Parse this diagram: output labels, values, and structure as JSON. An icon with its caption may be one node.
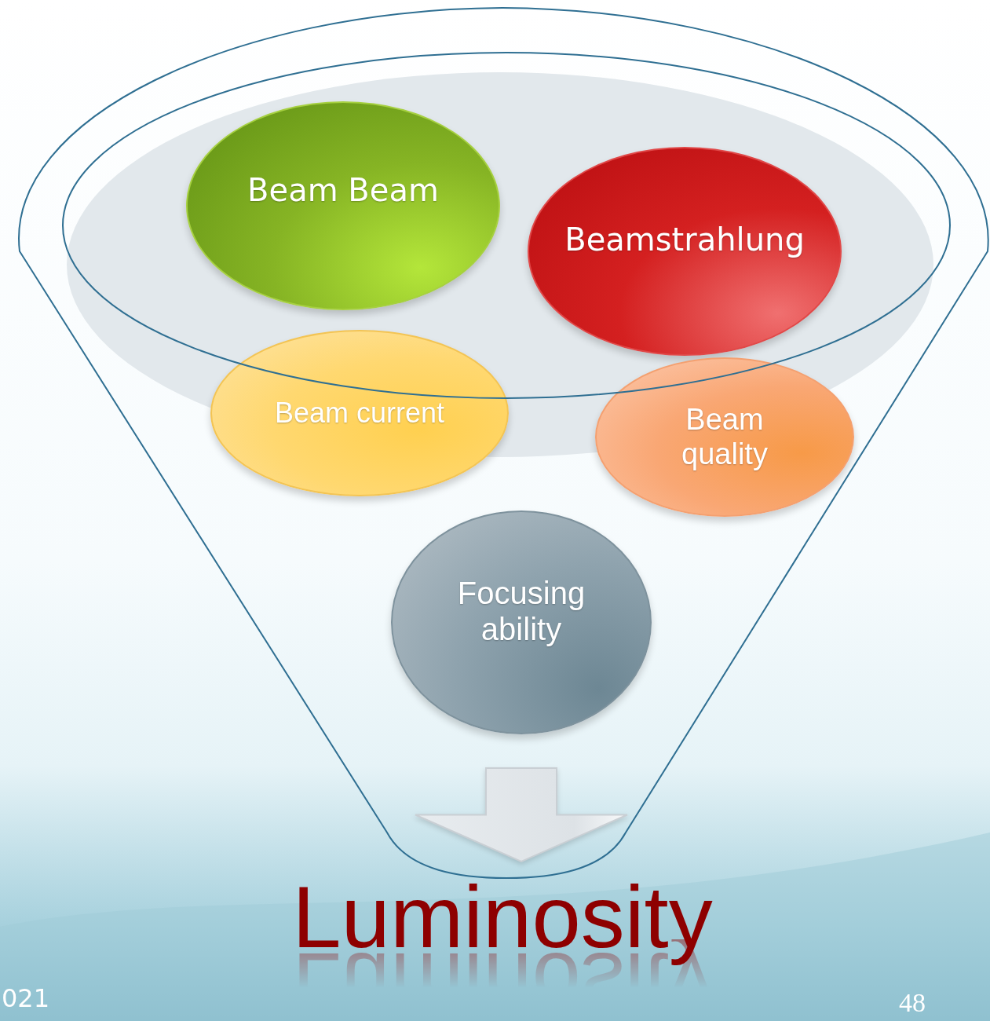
{
  "diagram": {
    "nodes": [
      {
        "text": [
          "Beam Beam"
        ]
      },
      {
        "text": [
          "Beamstrahlung"
        ]
      },
      {
        "text": [
          "Beam current"
        ]
      },
      {
        "text": [
          "Beam quality"
        ]
      },
      {
        "text": [
          "Focusing ability"
        ]
      },
      {
        "text": [
          "Luminosity"
        ]
      }
    ],
    "edges": [
      {
        "from": 4,
        "to": 5,
        "arrow": "to",
        "style": "thick"
      }
    ],
    "labels": [
      "021",
      "48"
    ]
  }
}
